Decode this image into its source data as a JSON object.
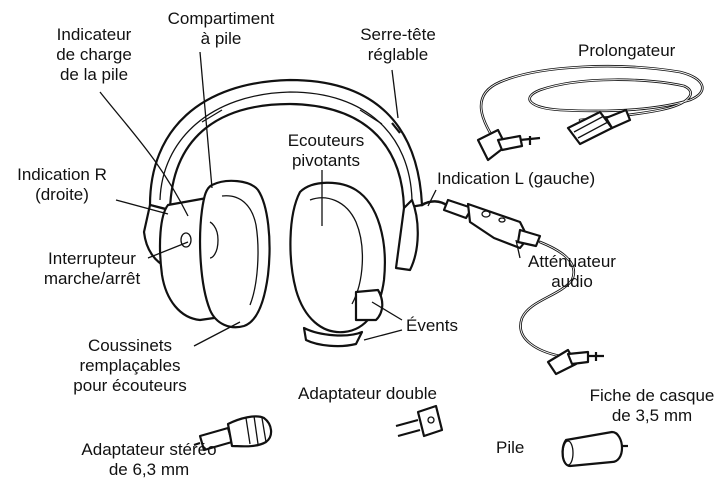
{
  "labels": {
    "battery_compartment": [
      "Compartiment",
      "à pile"
    ],
    "battery_charge_indicator": [
      "Indicateur",
      "de charge",
      "de la pile"
    ],
    "adjustable_headband": [
      "Serre-tête",
      "réglable"
    ],
    "extension_cord": "Prolongateur",
    "swivel_earcups": [
      "Ecouteurs",
      "pivotants"
    ],
    "right_indication": [
      "Indication R",
      "(droite)"
    ],
    "left_indication": "Indication L (gauche)",
    "audio_attenuator": [
      "Atténuateur",
      "audio"
    ],
    "power_switch": [
      "Interrupteur",
      "marche/arrêt"
    ],
    "vents": "Évents",
    "replaceable_cushions": [
      "Coussinets",
      "remplaçables",
      "pour écouteurs"
    ],
    "dual_adapter": "Adaptateur double",
    "headphone_plug": [
      "Fiche de casque",
      "de 3,5 mm"
    ],
    "stereo_adapter": [
      "Adaptateur stéréo",
      "de 6,3 mm"
    ],
    "battery": "Pile"
  },
  "colors": {
    "line": "#111111",
    "background": "#ffffff"
  }
}
